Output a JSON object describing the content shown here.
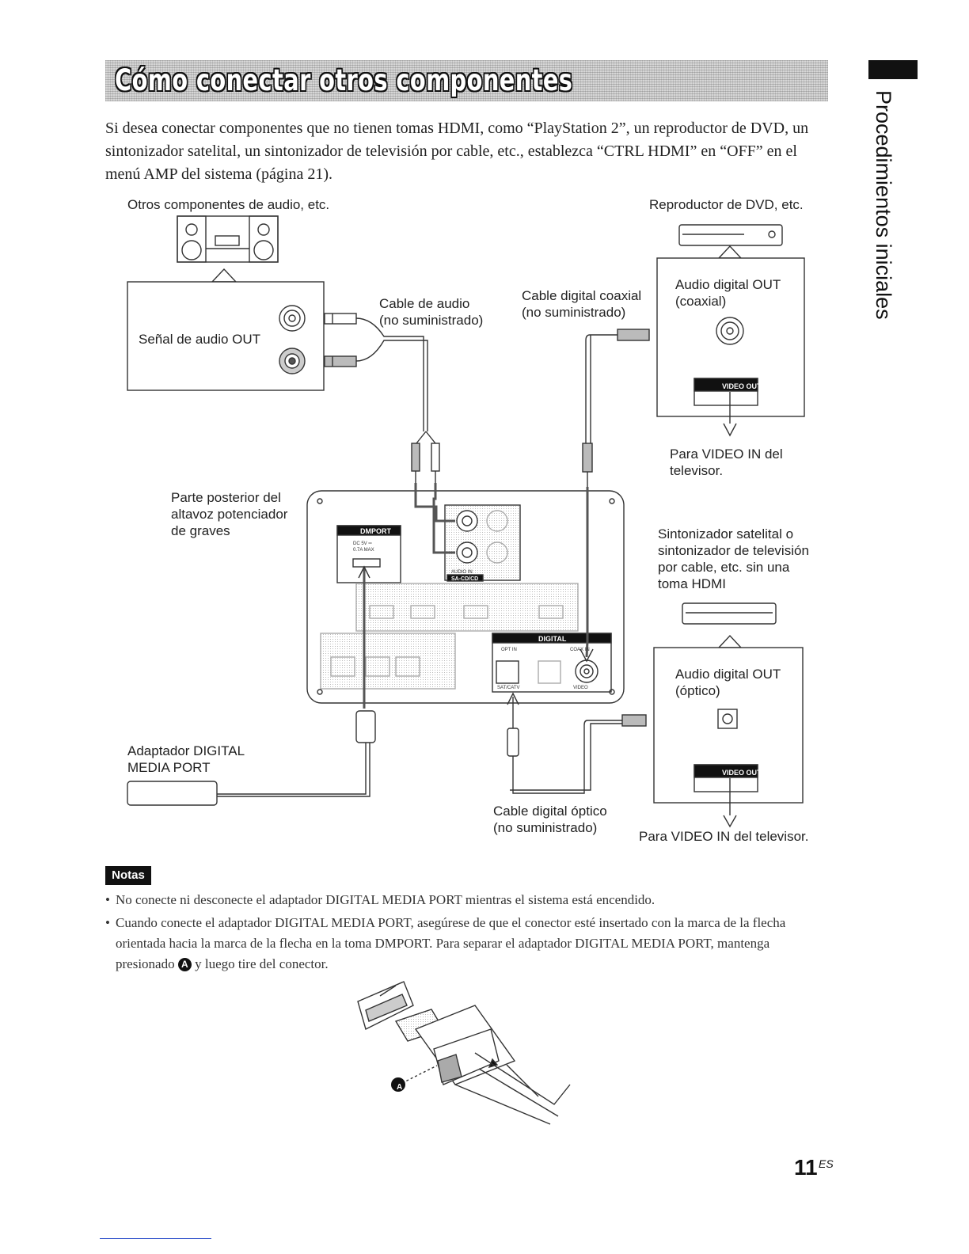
{
  "header": {
    "title": "Cómo conectar otros componentes",
    "side_tab": "Procedimientos iniciales"
  },
  "intro": "Si desea conectar componentes que no tienen tomas HDMI, como “PlayStation 2”, un reproductor de DVD, un sintonizador satelital, un sintonizador de televisión por cable, etc., establezca “CTRL HDMI” en “OFF” en el menú AMP del sistema (página 21).",
  "diagram": {
    "other_components": "Otros componentes de audio, etc.",
    "dvd_player": "Reproductor de DVD, etc.",
    "audio_out_signal": "Señal de audio OUT",
    "audio_cable": "Cable de audio",
    "audio_cable_note": "(no suministrado)",
    "coax_cable": "Cable digital coaxial",
    "coax_cable_note": "(no suministrado)",
    "coax_out": "Audio digital OUT",
    "coax_out_note": "(coaxial)",
    "video_out_1": "VIDEO OUT",
    "tv_video_in_1": "Para VIDEO IN del televisor.",
    "subwoofer_rear": "Parte posterior del altavoz potenciador de graves",
    "sat_tuner": "Sintonizador satelital o sintonizador de televisión por cable, etc. sin una toma HDMI",
    "optical_out": "Audio digital OUT",
    "optical_out_note": "(óptico)",
    "video_out_2": "VIDEO OUT",
    "tv_video_in_2": "Para VIDEO IN del televisor.",
    "dmport_adapter": "Adaptador DIGITAL MEDIA PORT",
    "optical_cable": "Cable digital óptico",
    "optical_cable_note": "(no suministrado)",
    "panel_dmport": "DMPORT",
    "panel_dc": "DC 5V ═ 0.7A MAX",
    "panel_audio_in": "AUDIO IN",
    "panel_sacd": "SA-CD/CD",
    "panel_digital": "DIGITAL",
    "panel_optin": "OPT IN",
    "panel_coaxin": "COAX IN",
    "panel_sattv": "SAT/CATV",
    "panel_video": "VIDEO"
  },
  "notes": {
    "badge": "Notas",
    "items": [
      "No conecte ni desconecte el adaptador DIGITAL MEDIA PORT mientras el sistema está encendido.",
      "Cuando conecte el adaptador DIGITAL MEDIA PORT, asegúrese de que el conector esté insertado con la marca de la flecha orientada hacia la marca de la flecha en la toma DMPORT. Para separar el adaptador DIGITAL MEDIA PORT, mantenga presionado"
    ],
    "item2_tail": "y luego tire del conector.",
    "marker": "A"
  },
  "page": {
    "number": "11",
    "suffix": "ES"
  }
}
